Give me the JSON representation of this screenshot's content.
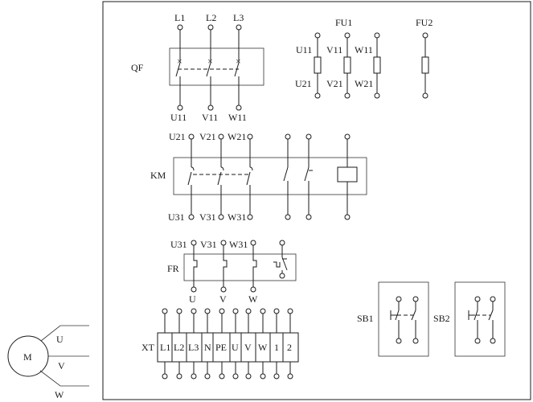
{
  "qf": {
    "label": "QF",
    "top_terminals": [
      "L1",
      "L2",
      "L3"
    ],
    "bottom_terminals": [
      "U11",
      "V11",
      "W11"
    ],
    "marks": [
      "×",
      "×",
      "×"
    ]
  },
  "fu1": {
    "label": "FU1",
    "top_terminals": [
      "U11",
      "V11",
      "W11"
    ],
    "bottom_terminals": [
      "U21",
      "V21",
      "W21"
    ]
  },
  "fu2": {
    "label": "FU2"
  },
  "km": {
    "label": "KM",
    "top_terminals": [
      "U21",
      "V21",
      "W21"
    ],
    "bottom_terminals": [
      "U31",
      "V31",
      "W31"
    ]
  },
  "fr": {
    "label": "FR",
    "top_terminals": [
      "U31",
      "V31",
      "W31"
    ],
    "bottom_terminals": [
      "U",
      "V",
      "W"
    ]
  },
  "xt": {
    "label": "XT",
    "cells": [
      "L1",
      "L2",
      "L3",
      "N",
      "PE",
      "U",
      "V",
      "W",
      "1",
      "2"
    ]
  },
  "sb1": {
    "label": "SB1"
  },
  "sb2": {
    "label": "SB2"
  },
  "motor": {
    "label": "M",
    "phases": [
      "U",
      "V",
      "W"
    ]
  }
}
